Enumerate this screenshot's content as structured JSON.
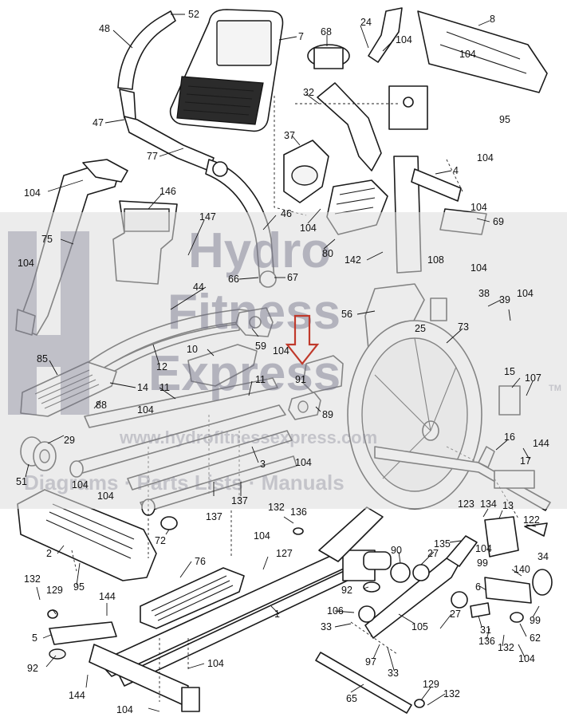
{
  "labels": {
    "l1": "1",
    "l2": "2",
    "l3": "3",
    "l4": "4",
    "l5": "5",
    "l6": "6",
    "l7": "7",
    "l8": "8",
    "l10": "10",
    "l11": "11",
    "l12": "12",
    "l13": "13",
    "l14": "14",
    "l15": "15",
    "l16": "16",
    "l17": "17",
    "l24": "24",
    "l25": "25",
    "l27": "27",
    "l29": "29",
    "l31": "31",
    "l32": "32",
    "l33": "33",
    "l34": "34",
    "l37": "37",
    "l38": "38",
    "l39": "39",
    "l44": "44",
    "l46": "46",
    "l47": "47",
    "l48": "48",
    "l51": "51",
    "l52": "52",
    "l56": "56",
    "l59": "59",
    "l62": "62",
    "l65": "65",
    "l66": "66",
    "l67": "67",
    "l68": "68",
    "l69": "69",
    "l72": "72",
    "l73": "73",
    "l75": "75",
    "l76": "76",
    "l77": "77",
    "l80": "80",
    "l85": "85",
    "l88": "88",
    "l89": "89",
    "l90": "90",
    "l91": "91",
    "l92": "92",
    "l95": "95",
    "l97": "97",
    "l99": "99",
    "l104": "104",
    "l105": "105",
    "l106": "106",
    "l107": "107",
    "l108": "108",
    "l122": "122",
    "l123": "123",
    "l127": "127",
    "l129": "129",
    "l132": "132",
    "l134": "134",
    "l135": "135",
    "l136": "136",
    "l137": "137",
    "l140": "140",
    "l142": "142",
    "l144": "144",
    "l146": "146",
    "l147": "147"
  },
  "watermark": {
    "brand_line1": "Hydro",
    "brand_line2": "Fitness",
    "brand_line3": "Express",
    "mark": "TM",
    "url": "www.hydrofitnessexpress.com",
    "tagline": "Diagrams · Parts Lists · Manuals"
  },
  "colors": {
    "highlight_arrow": "#c0392b",
    "watermark_band": "#dcdcdc"
  }
}
